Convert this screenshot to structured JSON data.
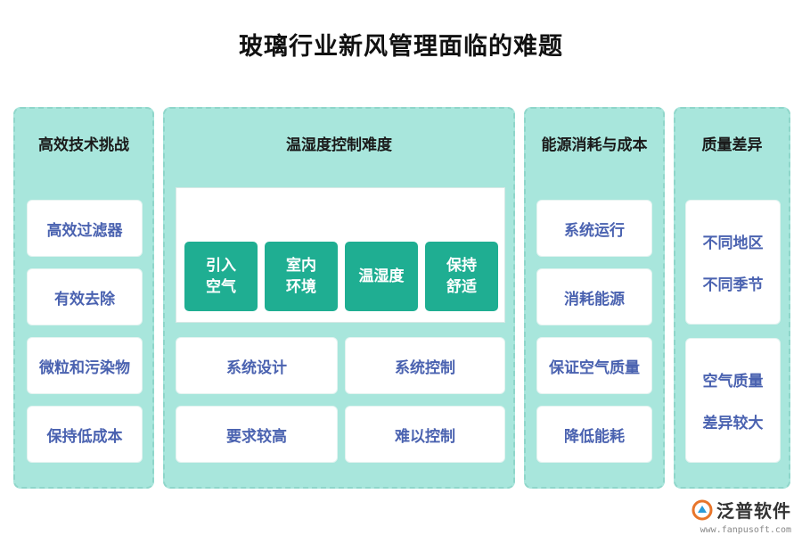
{
  "title": "玻璃行业新风管理面临的难题",
  "columns": [
    {
      "heading": "高效技术挑战",
      "items": [
        "高效过滤器",
        "有效去除",
        "微粒和污染物",
        "保持低成本"
      ]
    },
    {
      "heading": "温湿度控制难度",
      "tiles": [
        "引入空气",
        "室内环境",
        "温湿度",
        "保持舒适"
      ],
      "items": [
        "系统设计",
        "系统控制",
        "要求较高",
        "难以控制"
      ]
    },
    {
      "heading": "能源消耗与成本",
      "items": [
        "系统运行",
        "消耗能源",
        "保证空气质量",
        "降低能耗"
      ]
    },
    {
      "heading": "质量差异",
      "groups": [
        [
          "不同地区",
          "不同季节"
        ],
        [
          "空气质量",
          "差异较大"
        ]
      ]
    }
  ],
  "brand": {
    "name": "泛普软件",
    "url": "www.fanpusoft.com"
  },
  "colors": {
    "panel": "#a8e6dc",
    "tile": "#1fae92",
    "card_text": "#4a62b0"
  }
}
